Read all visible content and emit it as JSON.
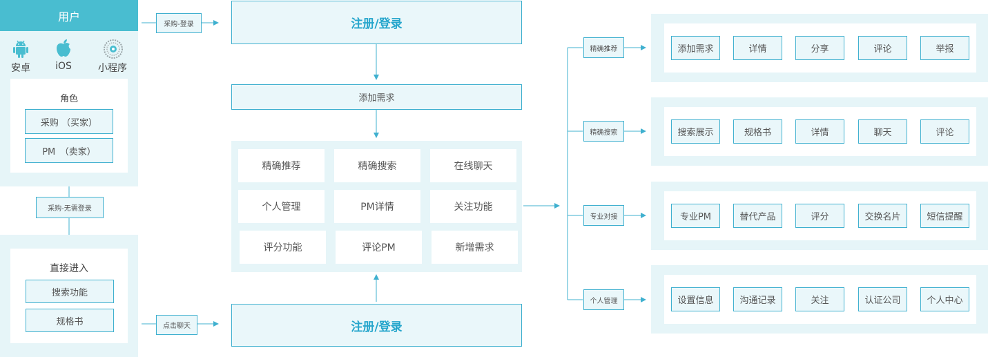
{
  "user_panel": {
    "header": "用户",
    "platforms": [
      {
        "label": "安卓",
        "icon": "android-icon"
      },
      {
        "label": "iOS",
        "icon": "apple-icon"
      },
      {
        "label": "小程序",
        "icon": "mini-program-icon"
      }
    ],
    "roles_title": "角色",
    "roles": [
      "采购 （买家）",
      "PM　（卖家）"
    ]
  },
  "guest_panel": {
    "title": "直接进入",
    "items": [
      "搜索功能",
      "规格书"
    ]
  },
  "edge_labels": {
    "purchase_login": "采购-登录",
    "purchase_no_login": "采购-无需登录",
    "click_chat": "点击聊天"
  },
  "center": {
    "register_top": "注册/登录",
    "add_demand": "添加需求",
    "features": [
      [
        "精确推荐",
        "精确搜索",
        "在线聊天"
      ],
      [
        "个人管理",
        "PM详情",
        "关注功能"
      ],
      [
        "评分功能",
        "评论PM",
        "新增需求"
      ]
    ],
    "register_bottom": "注册/登录"
  },
  "branches": [
    {
      "label": "精确推荐",
      "items": [
        "添加需求",
        "详情",
        "分享",
        "评论",
        "举报"
      ]
    },
    {
      "label": "精确搜索",
      "items": [
        "搜索展示",
        "规格书",
        "详情",
        "聊天",
        "评论"
      ]
    },
    {
      "label": "专业对接",
      "items": [
        "专业PM",
        "替代产品",
        "评分",
        "交换名片",
        "短信提醒"
      ]
    },
    {
      "label": "个人管理",
      "items": [
        "设置信息",
        "沟通记录",
        "关注",
        "认证公司",
        "个人中心"
      ]
    }
  ],
  "colors": {
    "accent": "#49bdd0",
    "line": "#3fb0cf",
    "panel": "#e6f5f8",
    "title_text": "#27a6cc"
  }
}
